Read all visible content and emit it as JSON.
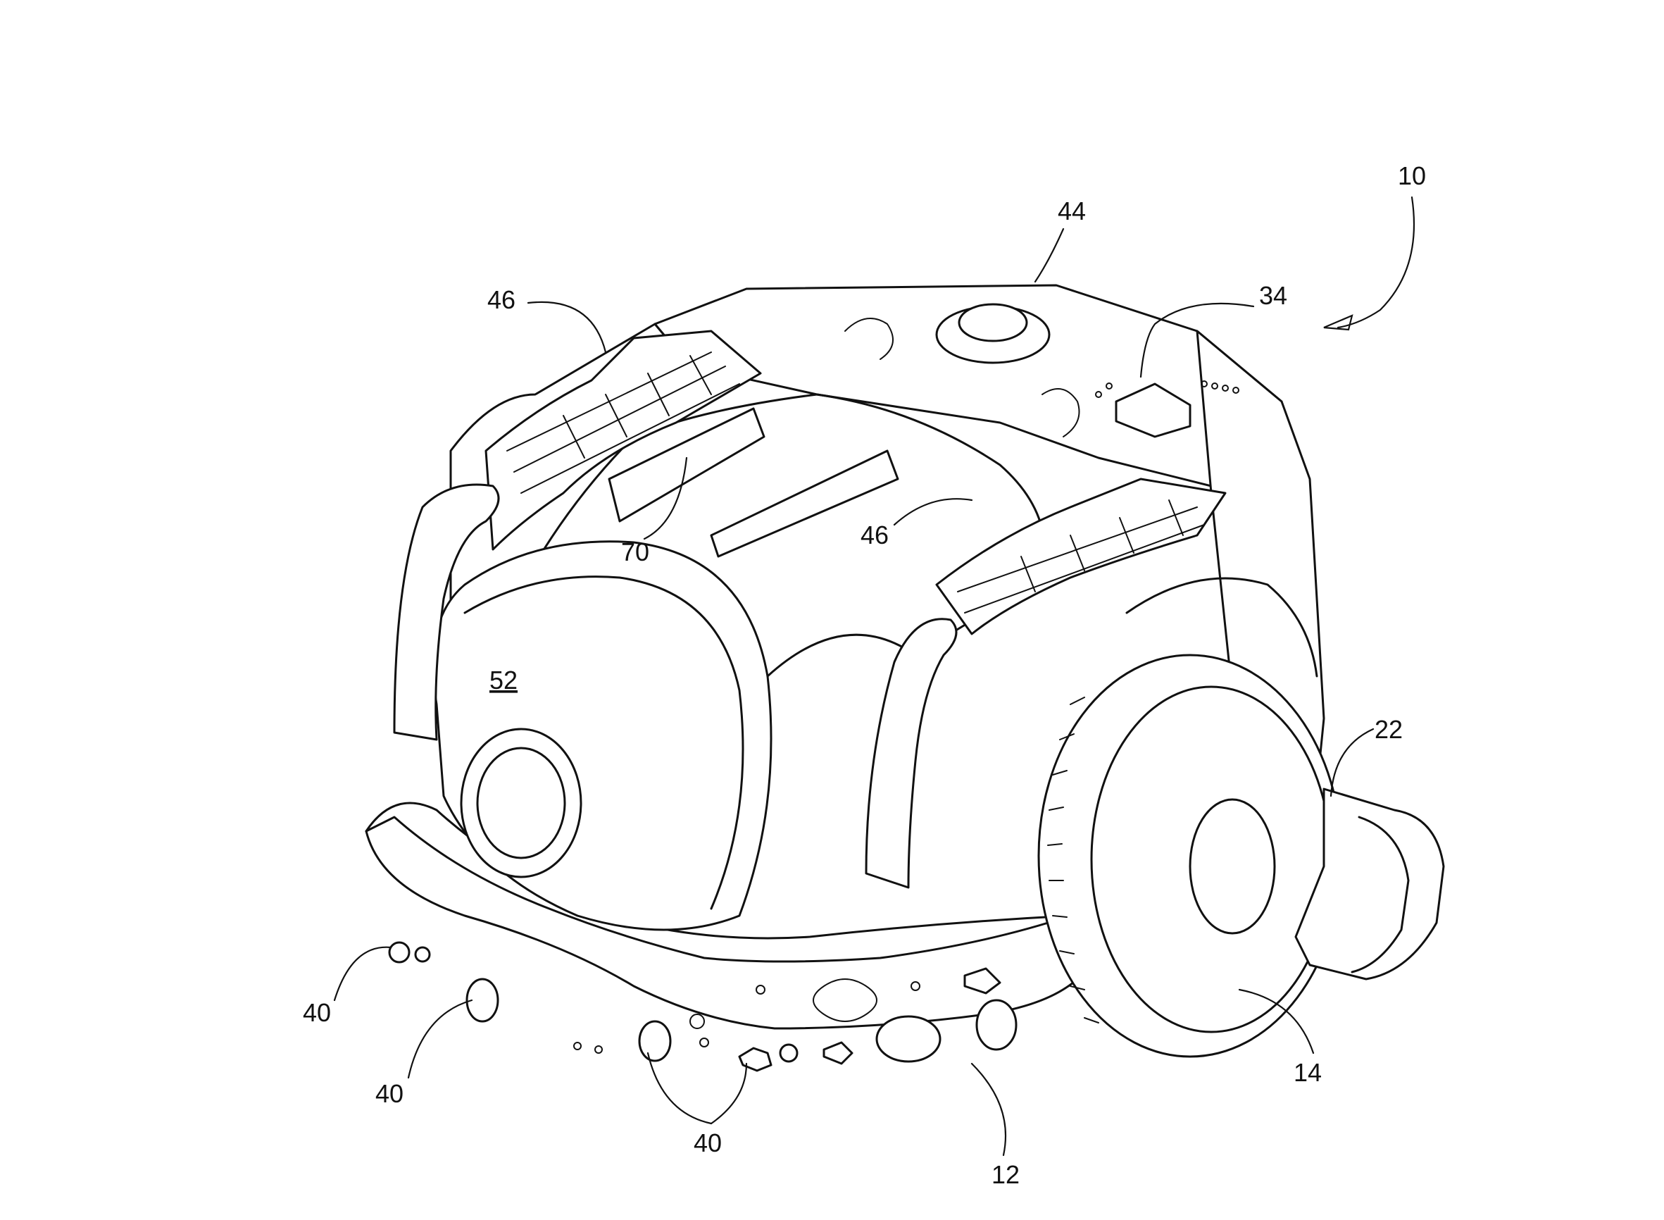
{
  "figure": {
    "reference_labels": {
      "assembly": "10",
      "chassis": "12",
      "wheel": "14",
      "front_unit": "22",
      "control_button": "34",
      "sensor_a": "40",
      "sensor_b": "40",
      "sensor_c": "40",
      "sensor_d": "40",
      "top_cover": "44",
      "bumper_left": "46",
      "bumper_center": "46",
      "dome": "52",
      "brush_bar": "70"
    }
  }
}
